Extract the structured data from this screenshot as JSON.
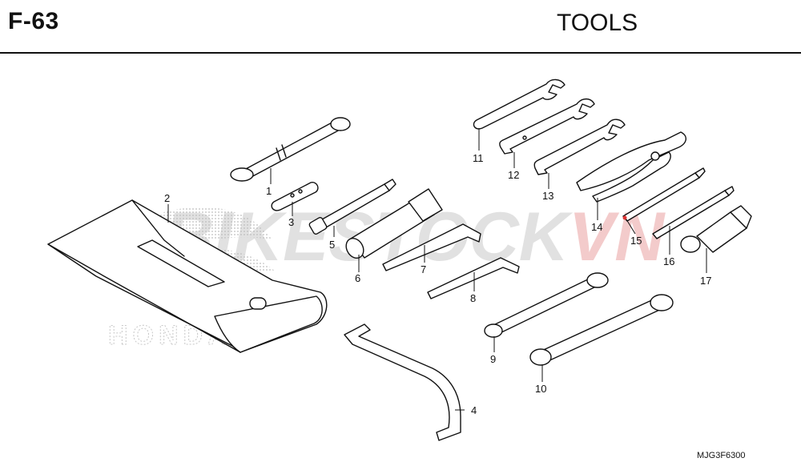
{
  "header": {
    "page_code": "F-63",
    "title": "TOOLS"
  },
  "watermark": {
    "text_part1": "BIKESTOCK",
    "text_part2": "VN",
    "brand": "HONDA",
    "color_main": "#d7d7d7",
    "color_accent": "#f2c6c6"
  },
  "callouts": [
    "1",
    "2",
    "3",
    "4",
    "5",
    "6",
    "7",
    "8",
    "9",
    "10",
    "11",
    "12",
    "13",
    "14",
    "15",
    "16",
    "17"
  ],
  "drawing_code": "MJG3F6300"
}
